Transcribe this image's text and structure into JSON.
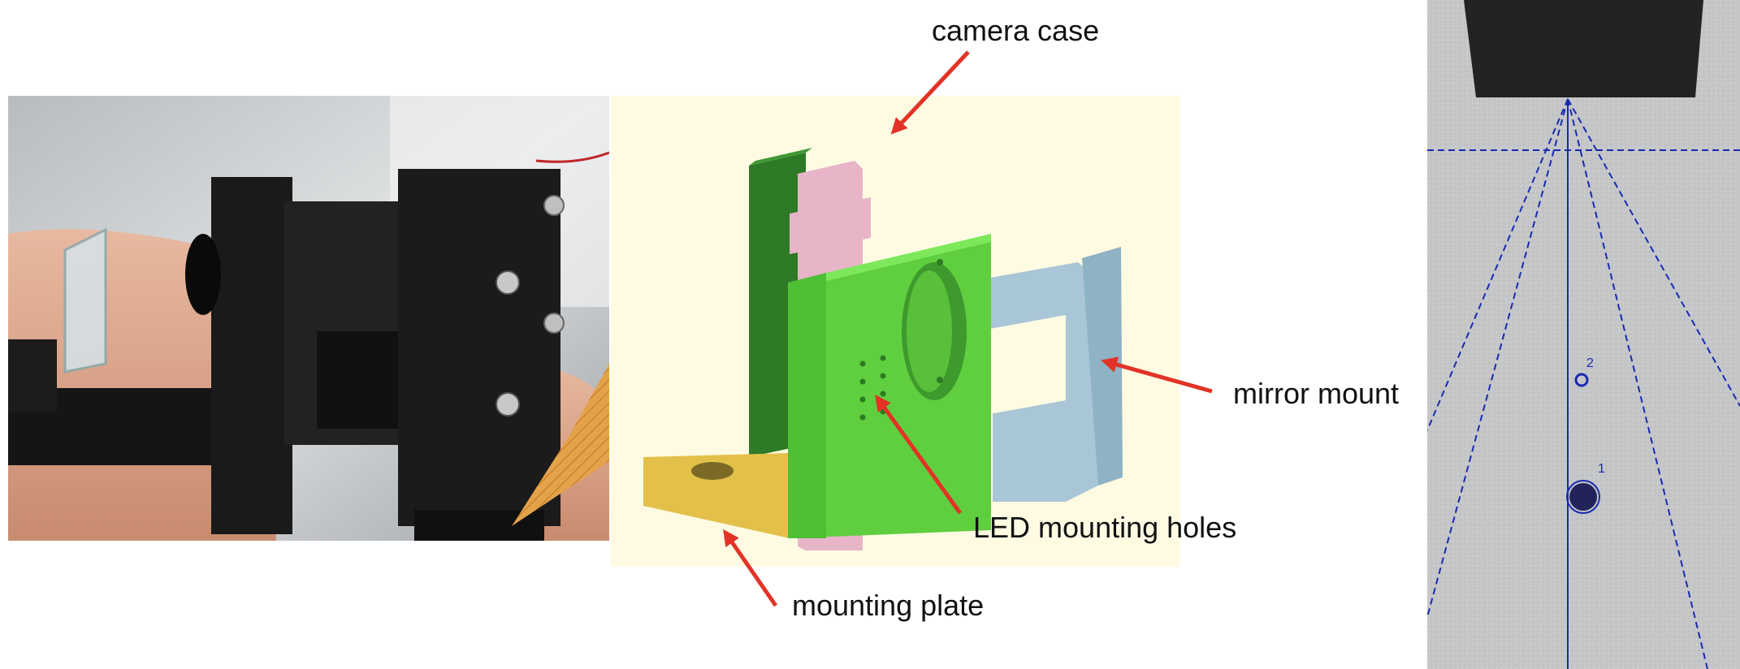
{
  "labels": {
    "camera_case": "camera case",
    "mirror_mount": "mirror mount",
    "led_mounting_holes": "LED mounting holes",
    "mounting_plate": "mounting plate"
  },
  "scan_markers": {
    "marker_1": "1",
    "marker_2": "2"
  },
  "colors": {
    "arrow": "#e23326",
    "cad_background": "#fffbe3",
    "camera_case": "#e8b4c8",
    "front_plate": "#5fcf3f",
    "back_plate": "#2f7a26",
    "mirror_mount": "#a9c6d6",
    "mounting_plate": "#e3c04a",
    "scan_lines": "#1a2ab0"
  }
}
